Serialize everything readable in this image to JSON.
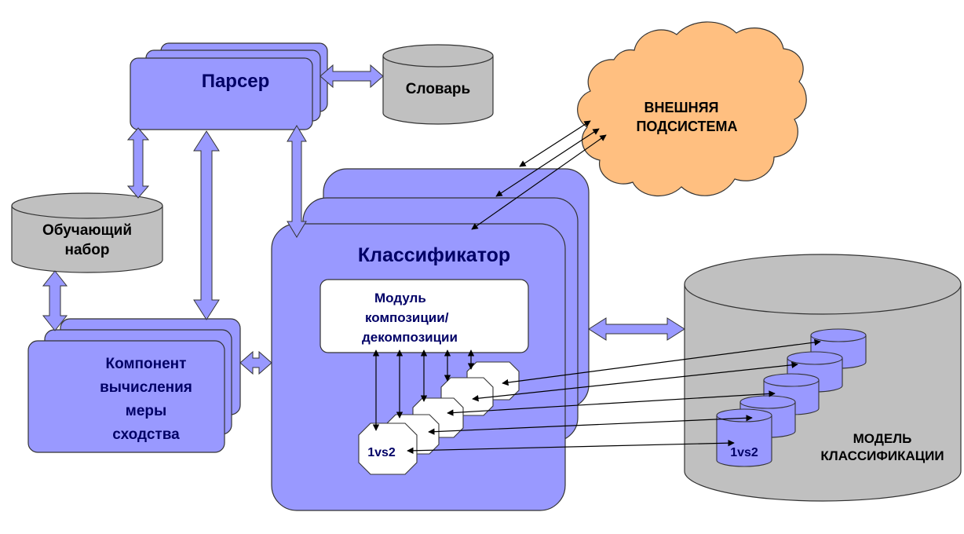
{
  "parser": {
    "label": "Парсер"
  },
  "dictionary": {
    "label": "Словарь"
  },
  "training_set": {
    "line1": "Обучающий",
    "line2": "набор"
  },
  "similarity": {
    "line1": "Компонент",
    "line2": "вычисления",
    "line3": "меры",
    "line4": "сходства"
  },
  "classifier": {
    "label": "Классификатор"
  },
  "composition_module": {
    "line1": "Модуль",
    "line2": "композиции/",
    "line3": "декомпозиции"
  },
  "external": {
    "line1": "ВНЕШНЯЯ",
    "line2": "ПОДСИСТЕМА"
  },
  "model": {
    "line1": "МОДЕЛЬ",
    "line2": "КЛАССИФИКАЦИИ"
  },
  "binary_label": "1vs2",
  "colors": {
    "box_fill": "#9999ff",
    "box_stroke": "#333333",
    "db_fill": "#c0c0c0",
    "cloud_fill": "#ffbf80",
    "dark_text": "#000066"
  }
}
